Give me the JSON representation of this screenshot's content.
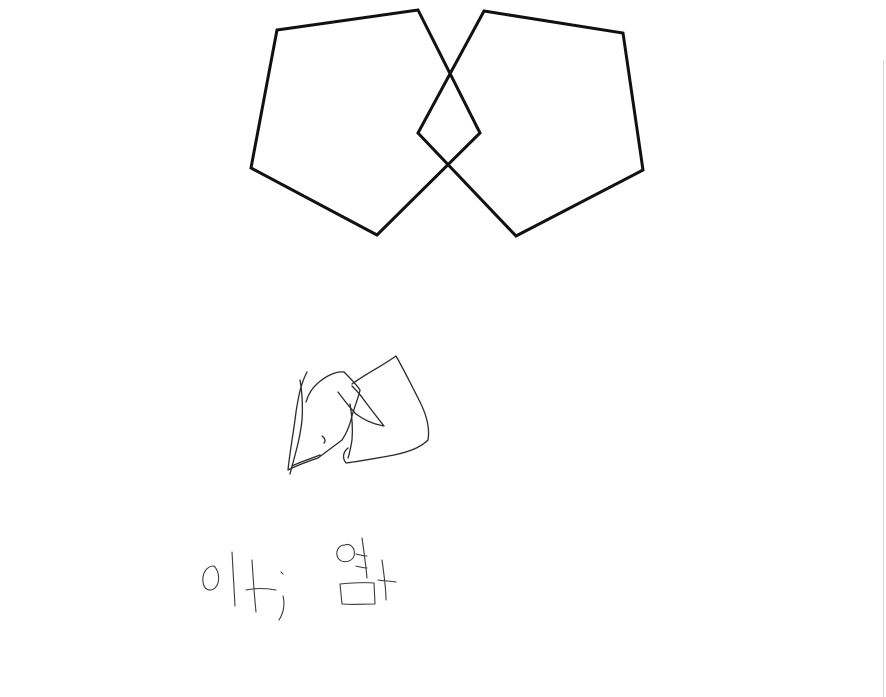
{
  "figure": {
    "model_shape": "two-overlapping-pentagons",
    "copied_shape": "hand-drawn-copy-of-pentagons",
    "handwriting_note": "이, 염"
  },
  "colors": {
    "ink": "#111111",
    "pencil": "#2a2a2a",
    "background": "#ffffff"
  }
}
